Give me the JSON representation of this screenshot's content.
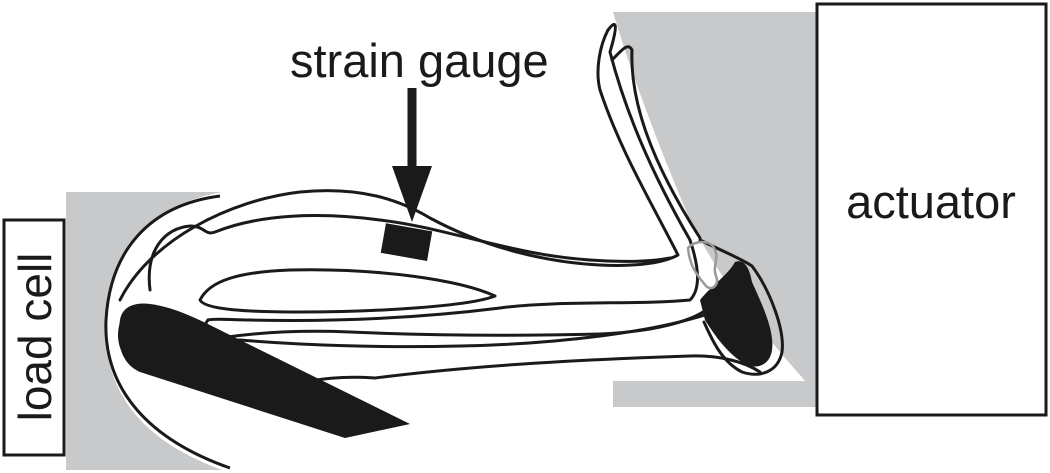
{
  "labels": {
    "strain_gauge": "strain gauge",
    "actuator": "actuator",
    "load_cell": "load cell"
  },
  "colors": {
    "fixture_gray": "#c8c9cb",
    "ink": "#1a1a1a",
    "tissue_outline": "#9a9a9a",
    "background": "#ffffff"
  }
}
